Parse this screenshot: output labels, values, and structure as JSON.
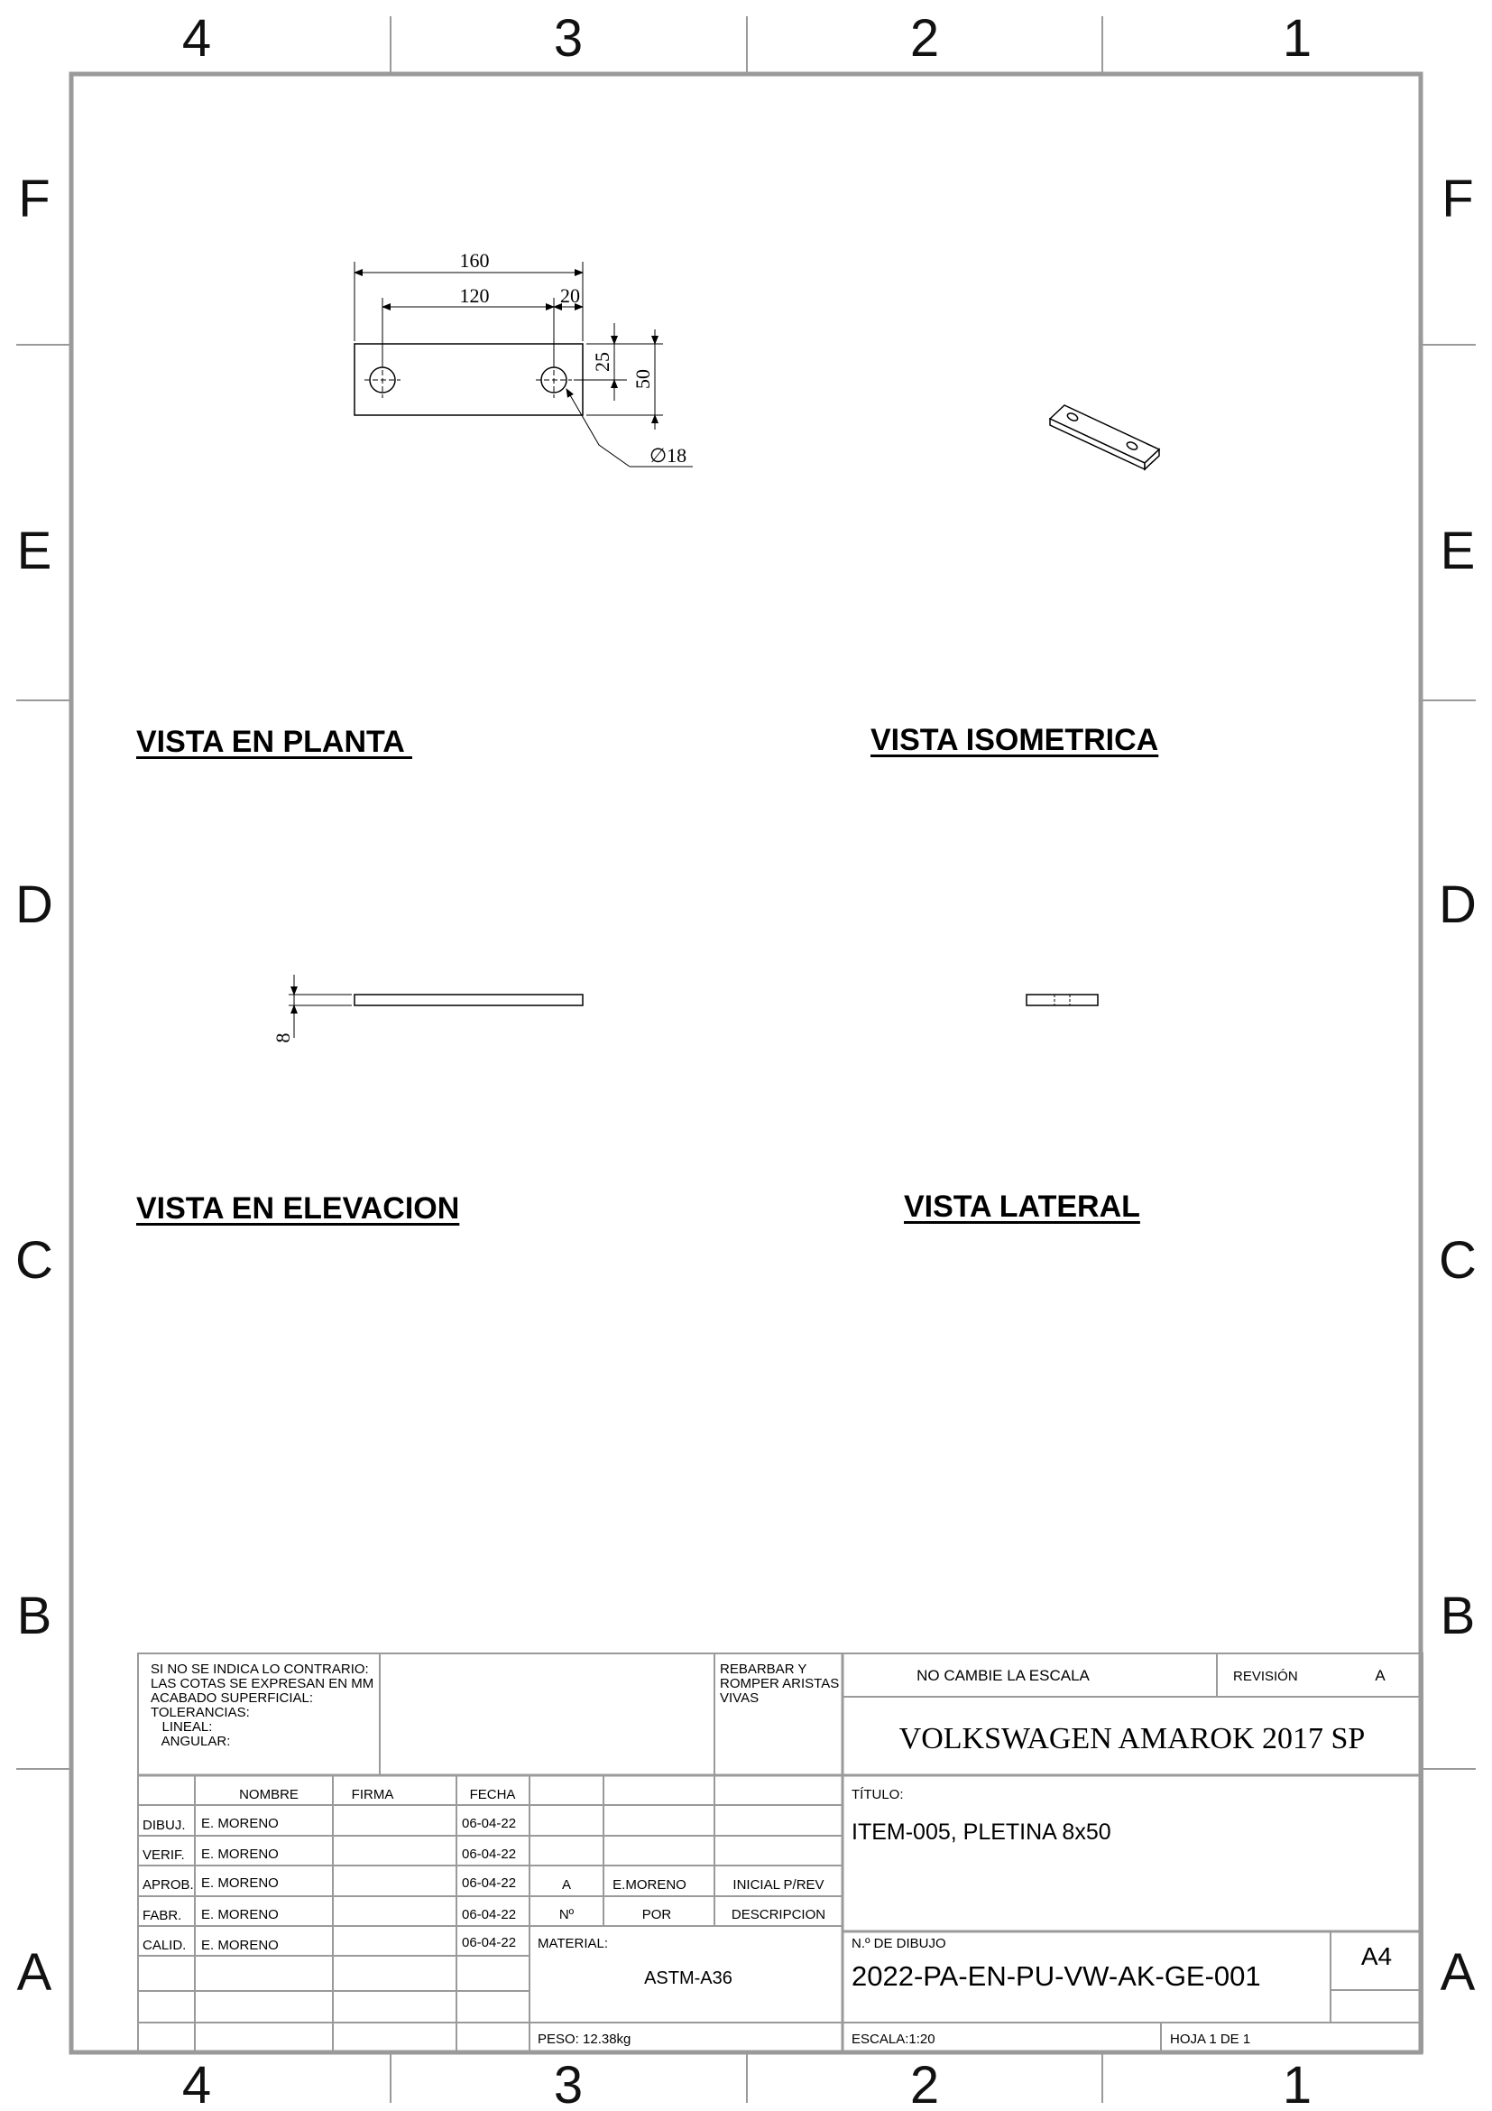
{
  "zones": {
    "columns": [
      "4",
      "3",
      "2",
      "1"
    ],
    "rows": [
      "F",
      "E",
      "D",
      "C",
      "B",
      "A"
    ]
  },
  "views": {
    "plan_title": "VISTA EN PLANTA ",
    "iso_title": "VISTA ISOMETRICA",
    "elevation_title": "VISTA EN ELEVACION",
    "lateral_title": "VISTA LATERAL"
  },
  "dimensions": {
    "overall_length": "160",
    "hole_spacing": "120",
    "hole_edge_offset": "20",
    "hole_center_height": "25",
    "width": "50",
    "hole_diameter": "∅18",
    "thickness": "8"
  },
  "title_block": {
    "notes": "SI NO SE INDICA LO CONTRARIO:\nLAS COTAS SE EXPRESAN EN MM\nACABADO SUPERFICIAL:\nTOLERANCIAS:\n   LINEAL:\n   ANGULAR:",
    "deburr_note": "REBARBAR Y\nROMPER ARISTAS\nVIVAS",
    "no_scale": "NO CAMBIE LA ESCALA",
    "revision_label": "REVISIÓN",
    "revision_value": "A",
    "project": "VOLKSWAGEN AMAROK 2017 SP",
    "headers": {
      "name": "NOMBRE",
      "signature": "FIRMA",
      "date": "FECHA"
    },
    "rows": [
      {
        "role": "DIBUJ.",
        "name": "E. MORENO",
        "date": "06-04-22"
      },
      {
        "role": "VERIF.",
        "name": "E. MORENO",
        "date": "06-04-22"
      },
      {
        "role": "APROB.",
        "name": "E. MORENO",
        "date": "06-04-22"
      },
      {
        "role": "FABR.",
        "name": "E. MORENO",
        "date": "06-04-22"
      },
      {
        "role": "CALID.",
        "name": "E. MORENO",
        "date": "06-04-22"
      }
    ],
    "revision_table": {
      "rev": "A",
      "by": "E.MORENO",
      "desc": "INICIAL P/REV",
      "col_no": "Nº",
      "col_by": "POR",
      "col_desc": "DESCRIPCION"
    },
    "title_label": "TÍTULO:",
    "title": "ITEM-005, PLETINA 8x50",
    "material_label": "MATERIAL:",
    "material": "ASTM-A36",
    "drawing_no_label": "N.º DE DIBUJO",
    "drawing_no": "2022-PA-EN-PU-VW-AK-GE-001",
    "sheet_size": "A4",
    "weight": "PESO: 12.38kg",
    "scale": "ESCALA:1:20",
    "sheet": "HOJA 1 DE 1"
  }
}
